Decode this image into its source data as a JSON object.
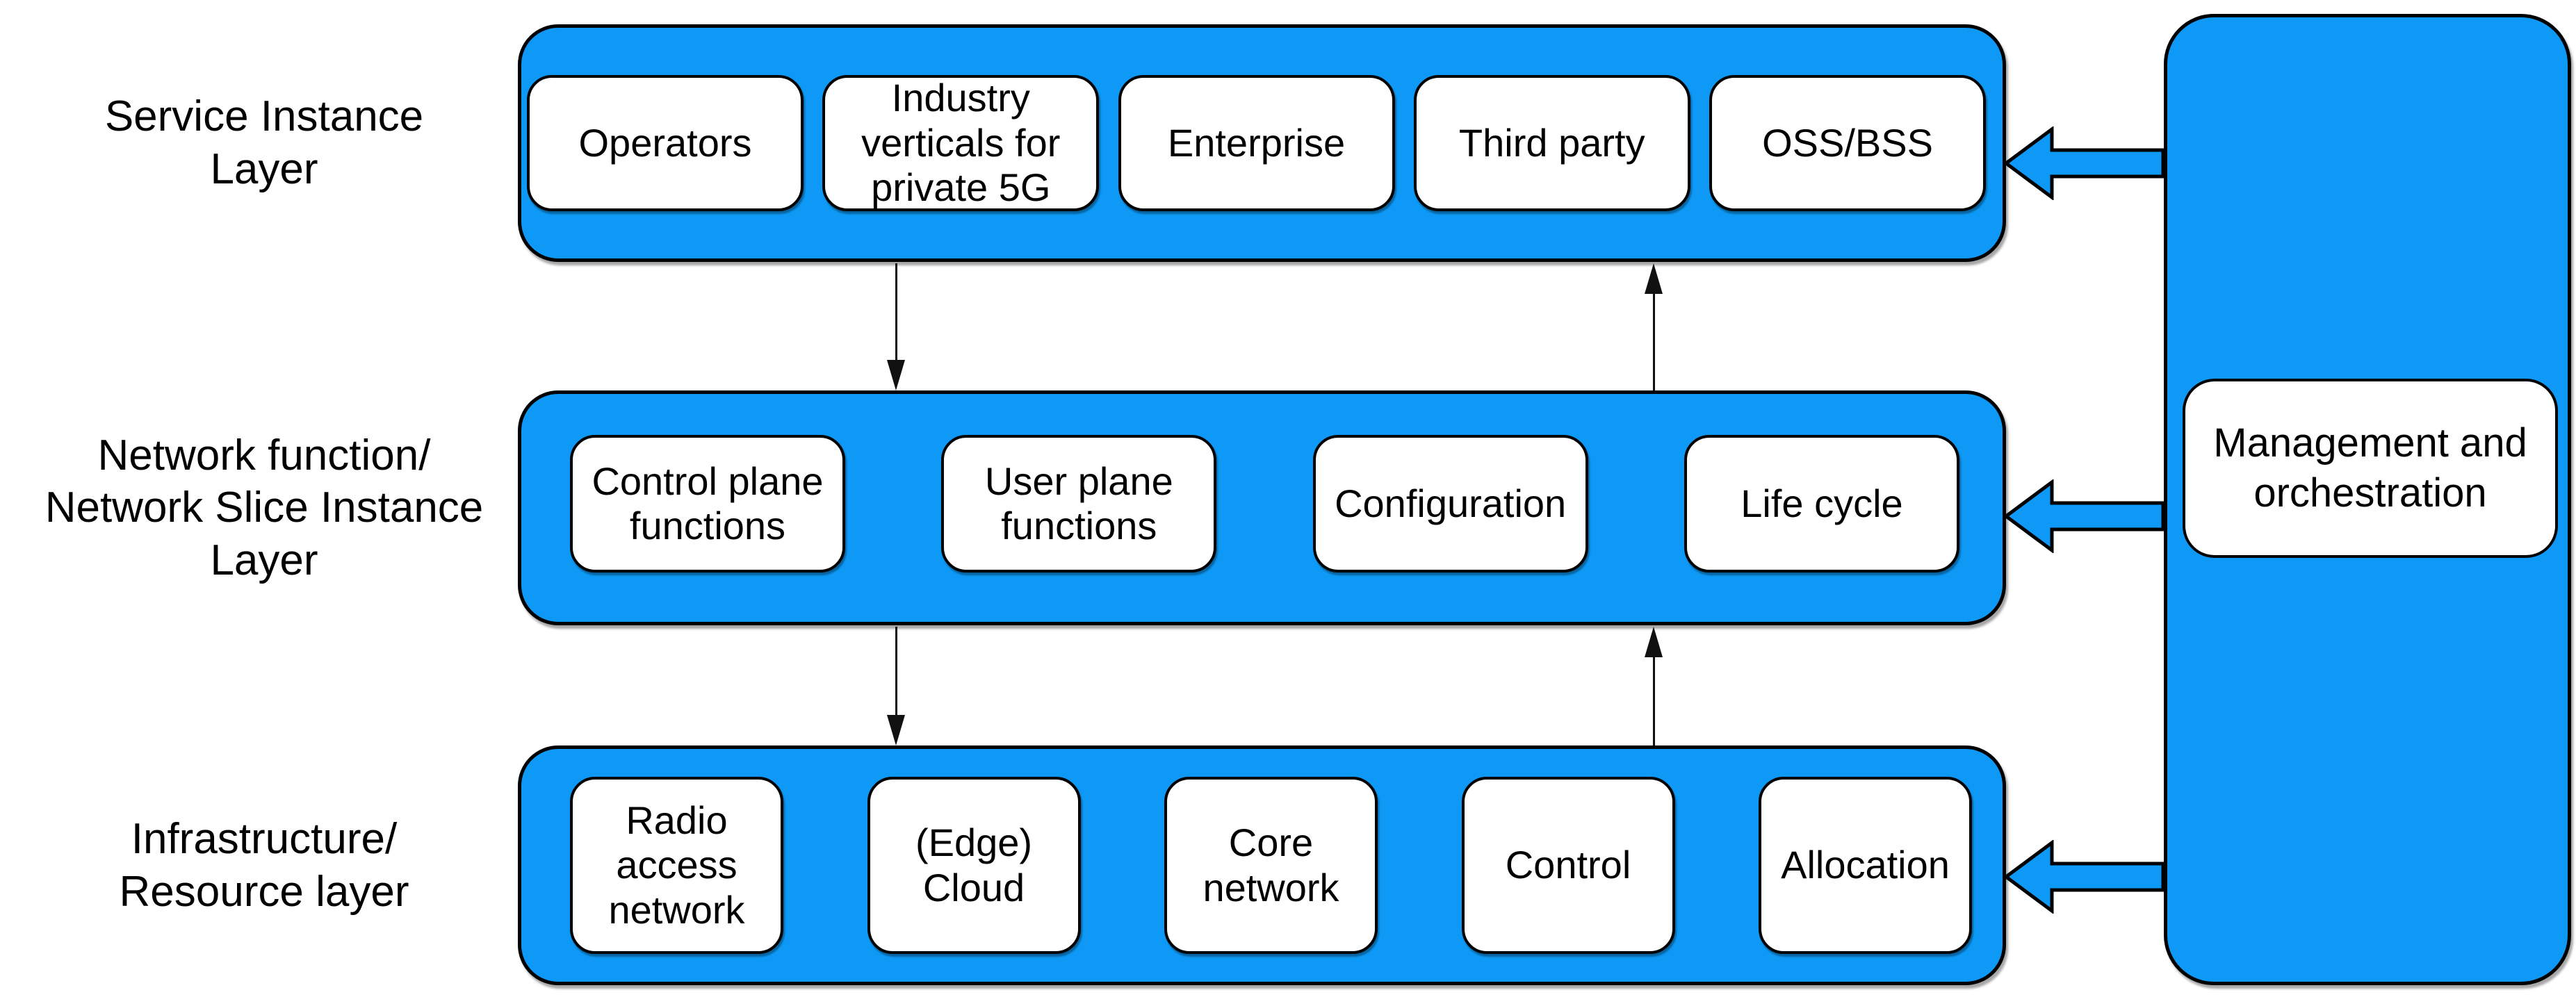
{
  "colors": {
    "layer_fill": "#0D99F5",
    "node_fill": "#FFFFFF",
    "border": "#000000",
    "text": "#000000"
  },
  "layers": [
    {
      "label": "Service Instance\nLayer",
      "boxes": [
        "Operators",
        "Industry\nverticals for\nprivate 5G",
        "Enterprise",
        "Third party",
        "OSS/BSS"
      ]
    },
    {
      "label": "Network function/\nNetwork Slice Instance\nLayer",
      "boxes": [
        "Control plane\nfunctions",
        "User plane\nfunctions",
        "Configuration",
        "Life cycle"
      ]
    },
    {
      "label": "Infrastructure/\nResource layer",
      "boxes": [
        "Radio\naccess\nnetwork",
        "(Edge)\nCloud",
        "Core\nnetwork",
        "Control",
        "Allocation"
      ]
    }
  ],
  "management": {
    "label": "Management and\norchestration"
  }
}
